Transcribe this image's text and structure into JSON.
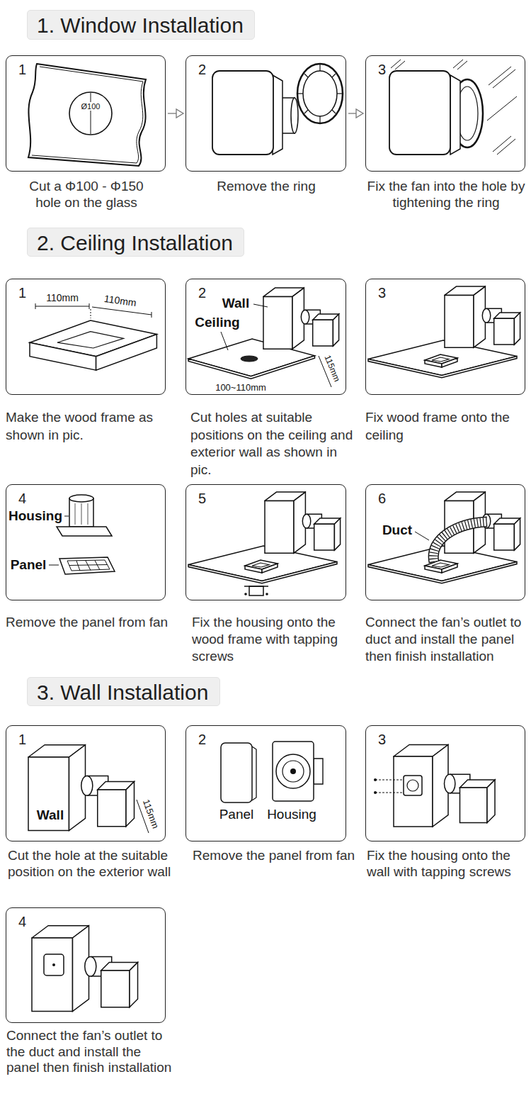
{
  "diagram": {
    "nodes": [
      {
        "text": [
          "1. Window Installation"
        ]
      },
      {
        "text": [
          "1",
          "Cut a Φ100 - Φ150 hole on the glass"
        ]
      },
      {
        "text": [
          "2",
          "Remove the ring"
        ]
      },
      {
        "text": [
          "3",
          "Fix the fan into the hole by tightening the ring"
        ]
      },
      {
        "text": [
          "2. Ceiling Installation"
        ]
      },
      {
        "text": [
          "1",
          "Make the wood frame as shown in pic."
        ]
      },
      {
        "text": [
          "2",
          "Cut holes at suitable positions on the ceiling and exterior wall as shown in pic."
        ]
      },
      {
        "text": [
          "3",
          "Fix wood frame onto the ceiling"
        ]
      },
      {
        "text": [
          "4",
          "Remove the panel from fan"
        ]
      },
      {
        "text": [
          "5",
          "Fix the housing onto the wood frame with tapping screws"
        ]
      },
      {
        "text": [
          "6",
          "Connect the fan’s outlet to duct and install the panel then finish installation"
        ]
      },
      {
        "text": [
          "3. Wall Installation"
        ]
      },
      {
        "text": [
          "1",
          "Cut the hole at the suitable position on the exterior wall"
        ]
      },
      {
        "text": [
          "2",
          "Remove the panel from fan"
        ]
      },
      {
        "text": [
          "3",
          "Fix the housing onto the wall with tapping screws"
        ]
      },
      {
        "text": [
          "4",
          "Connect the fan’s outlet to the duct and install the panel then finish installation"
        ]
      }
    ],
    "edges": [
      {
        "from": 1,
        "to": 2,
        "arrow": "to"
      },
      {
        "from": 2,
        "to": 3,
        "arrow": "to"
      }
    ],
    "labels": [
      "Ø100",
      "110mm",
      "110mm",
      "Wall",
      "Ceiling",
      "115mm",
      "100~110mm",
      "Housing",
      "Panel",
      "Duct",
      "Wall",
      "115mm",
      "Panel",
      "Housing"
    ]
  }
}
